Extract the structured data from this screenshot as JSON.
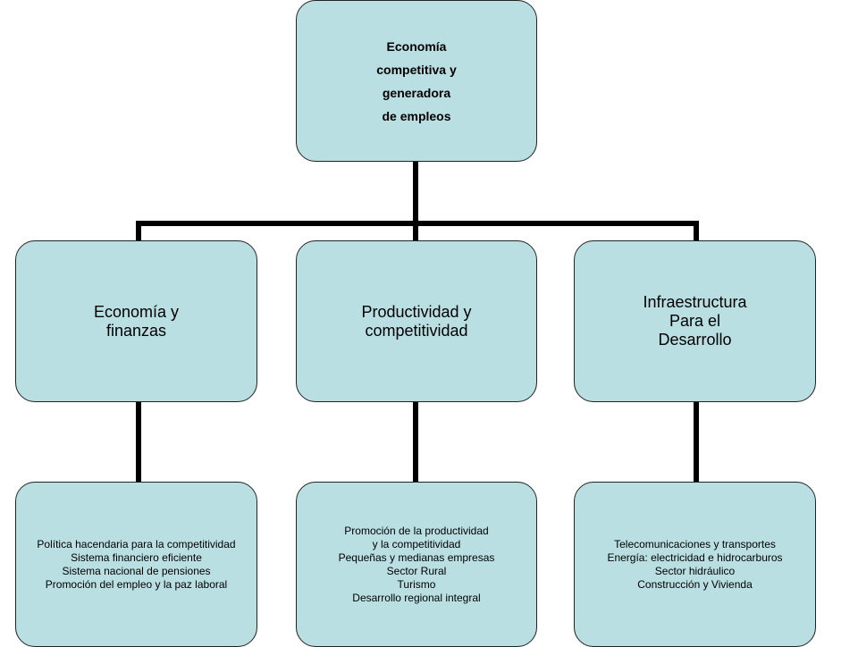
{
  "root": {
    "lines": [
      "Economía",
      "competitiva y",
      "generadora",
      "de empleos"
    ]
  },
  "branches": [
    {
      "title": [
        "Economía y",
        "finanzas"
      ],
      "items": [
        "Política hacendaria para la competitividad",
        "Sistema financiero eficiente",
        "Sistema nacional de pensiones",
        "Promoción del empleo y la paz laboral"
      ]
    },
    {
      "title": [
        "Productividad y",
        "competitividad"
      ],
      "items": [
        "Promoción de la productividad",
        "y la competitividad",
        "Pequeñas y medianas empresas",
        "Sector Rural",
        "Turismo",
        "Desarrollo regional integral"
      ]
    },
    {
      "title": [
        "Infraestructura",
        "Para el",
        "Desarrollo"
      ],
      "items": [
        "Telecomunicaciones y transportes",
        "Energía: electricidad e hidrocarburos",
        "Sector hidráulico",
        "Construcción y Vivienda"
      ]
    }
  ],
  "colors": {
    "box_fill": "#b9dfe3",
    "connector": "#000000"
  }
}
